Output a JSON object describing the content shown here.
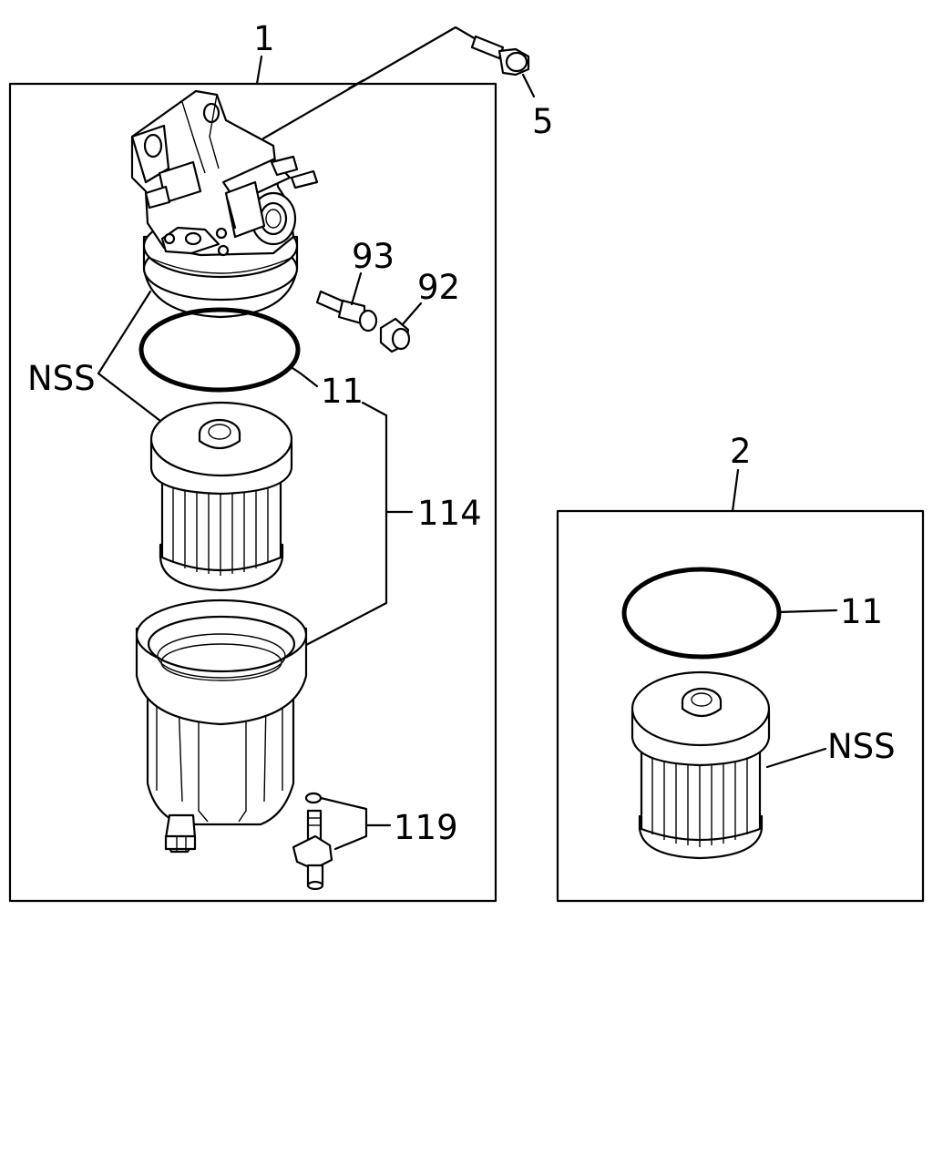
{
  "callouts": {
    "assembly_1": "1",
    "assembly_2": "2",
    "bolt": "5",
    "part_93": "93",
    "part_92": "92",
    "nss_left": "NSS",
    "oring_left": "11",
    "bracket_114": "114",
    "sensor_119": "119",
    "oring_right": "11",
    "nss_right": "NSS"
  }
}
